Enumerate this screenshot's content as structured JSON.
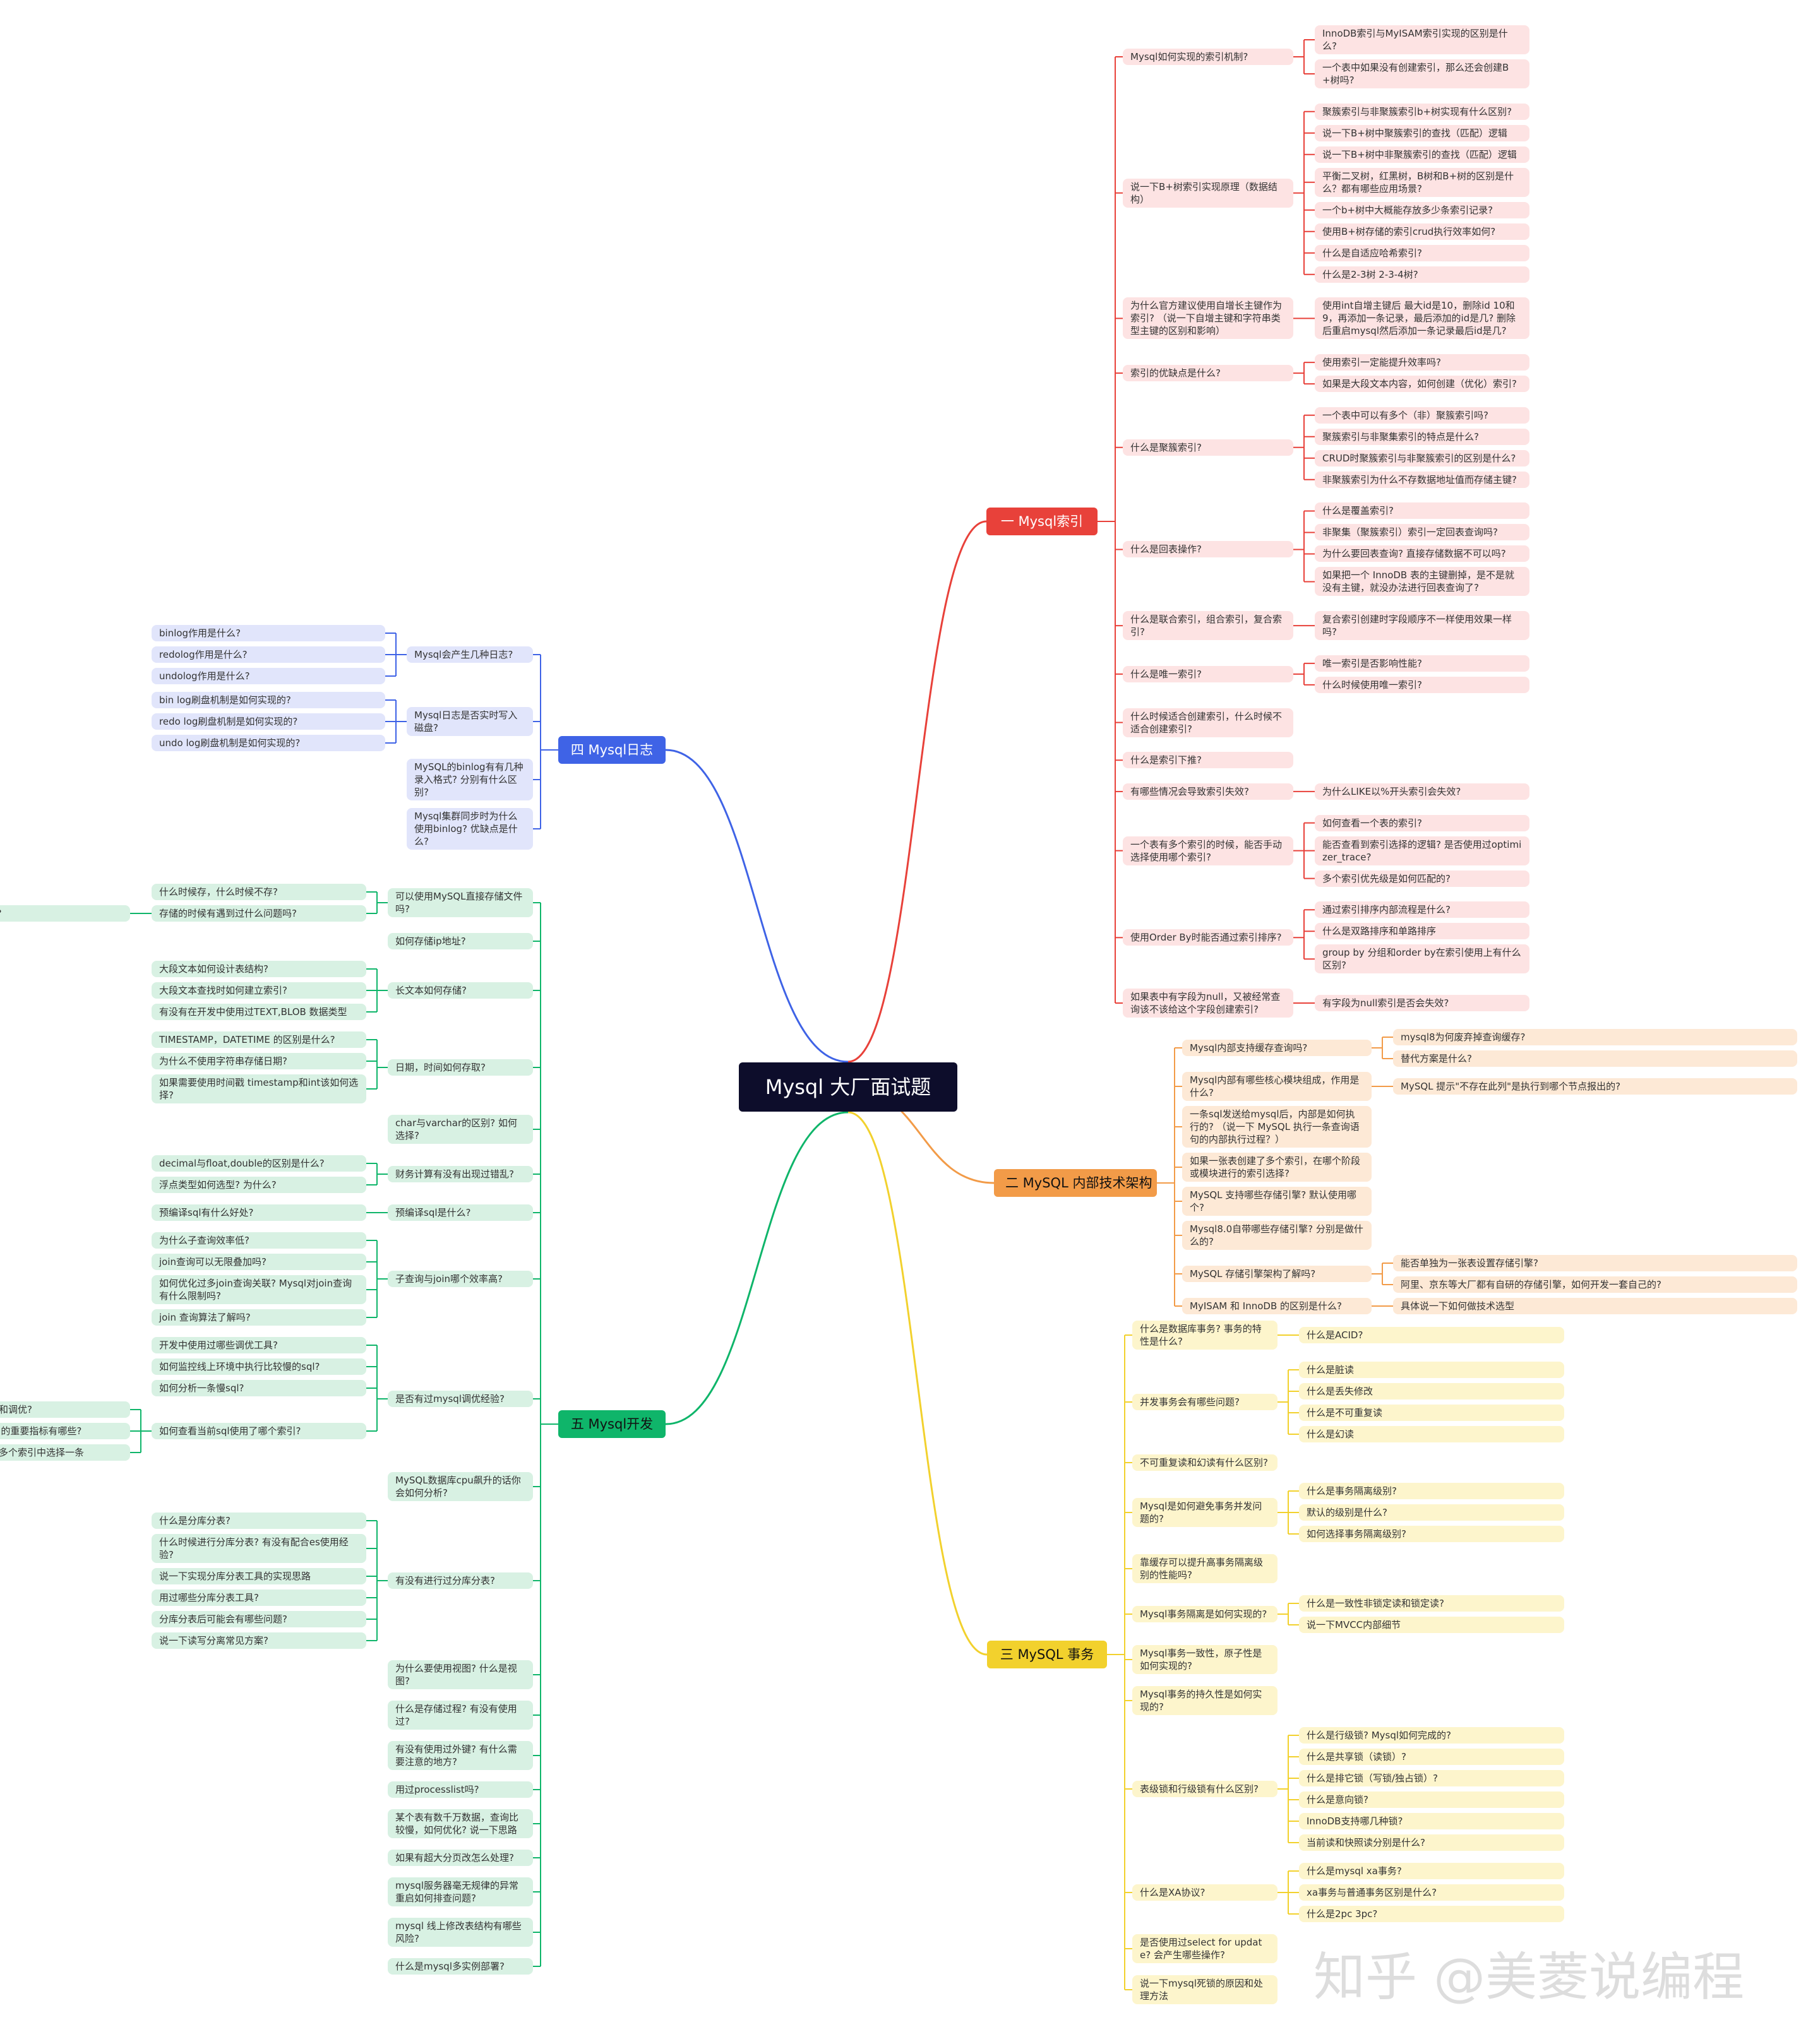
{
  "root": "Mysql 大厂面试题",
  "watermark": "知乎 @美菱说编程",
  "colors": [
    "#e8413a",
    "#f29b48",
    "#f2d12d",
    "#3f63e6",
    "#0fb56a"
  ],
  "branches": [
    {
      "label": "一 Mysql索引",
      "side": "right",
      "children": [
        {
          "text": "Mysql如何实现的索引机制?",
          "children": [
            {
              "text": "InnoDB索引与MyISAM索引实现的区别是什么?"
            },
            {
              "text": "一个表中如果没有创建索引，那么还会创建B+树吗?"
            }
          ]
        },
        {
          "text": "说一下B+树索引实现原理（数据结构）",
          "children": [
            {
              "text": "聚簇索引与非聚簇索引b+树实现有什么区别?"
            },
            {
              "text": "说一下B+树中聚簇索引的查找（匹配）逻辑"
            },
            {
              "text": "说一下B+树中非聚簇索引的查找（匹配）逻辑"
            },
            {
              "text": "平衡二叉树，红黑树，B树和B+树的区别是什么？都有哪些应用场景?"
            },
            {
              "text": "一个b+树中大概能存放多少条索引记录?"
            },
            {
              "text": "使用B+树存储的索引crud执行效率如何?"
            },
            {
              "text": "什么是自适应哈希索引?"
            },
            {
              "text": "什么是2-3树 2-3-4树?"
            }
          ]
        },
        {
          "text": "为什么官方建议使用自增长主键作为索引? （说一下自增主键和字符串类型主键的区别和影响）",
          "children": [
            {
              "text": "使用int自增主键后 最大id是10，删除id 10和9，再添加一条记录，最后添加的id是几? 删除后重启mysql然后添加一条记录最后id是几?"
            }
          ]
        },
        {
          "text": "索引的优缺点是什么?",
          "children": [
            {
              "text": "使用索引一定能提升效率吗?"
            },
            {
              "text": "如果是大段文本内容，如何创建（优化）索引?"
            }
          ]
        },
        {
          "text": "什么是聚簇索引?",
          "children": [
            {
              "text": "一个表中可以有多个（非）聚簇索引吗?"
            },
            {
              "text": "聚簇索引与非聚集索引的特点是什么?"
            },
            {
              "text": "CRUD时聚簇索引与非聚簇索引的区别是什么?"
            },
            {
              "text": "非聚簇索引为什么不存数据地址值而存储主键?"
            }
          ]
        },
        {
          "text": "什么是回表操作?",
          "children": [
            {
              "text": "什么是覆盖索引?"
            },
            {
              "text": "非聚集（聚簇索引）索引一定回表查询吗?"
            },
            {
              "text": "为什么要回表查询? 直接存储数据不可以吗?"
            },
            {
              "text": "如果把一个 InnoDB 表的主键删掉，是不是就没有主键，就没办法进行回表查询了?"
            }
          ]
        },
        {
          "text": "什么是联合索引，组合索引，复合索引?",
          "children": [
            {
              "text": "复合索引创建时字段顺序不一样使用效果一样吗?"
            }
          ]
        },
        {
          "text": "什么是唯一索引?",
          "children": [
            {
              "text": "唯一索引是否影响性能?"
            },
            {
              "text": "什么时候使用唯一索引?"
            }
          ]
        },
        {
          "text": "什么时候适合创建索引，什么时候不适合创建索引?"
        },
        {
          "text": "什么是索引下推?"
        },
        {
          "text": "有哪些情况会导致索引失效?",
          "children": [
            {
              "text": "为什么LIKE以%开头索引会失效?"
            }
          ]
        },
        {
          "text": "一个表有多个索引的时候，能否手动选择使用哪个索引?",
          "children": [
            {
              "text": "如何查看一个表的索引?"
            },
            {
              "text": "能否查看到索引选择的逻辑? 是否使用过optimizer_trace?"
            },
            {
              "text": "多个索引优先级是如何匹配的?"
            }
          ]
        },
        {
          "text": "使用Order By时能否通过索引排序?",
          "children": [
            {
              "text": "通过索引排序内部流程是什么?"
            },
            {
              "text": "什么是双路排序和单路排序"
            },
            {
              "text": "group by 分组和order by在索引使用上有什么区别?"
            }
          ]
        },
        {
          "text": "如果表中有字段为null，又被经常查询该不该给这个字段创建索引?",
          "children": [
            {
              "text": "有字段为null索引是否会失效?"
            }
          ]
        }
      ]
    },
    {
      "label": "二 MySQL 内部技术架构",
      "side": "right",
      "children": [
        {
          "text": "Mysql内部支持缓存查询吗?",
          "children": [
            {
              "text": "mysql8为何废弃掉查询缓存?"
            },
            {
              "text": "替代方案是什么?"
            }
          ]
        },
        {
          "text": "Mysql内部有哪些核心模块组成，作用是什么?",
          "children": [
            {
              "text": "MySQL 提示\"不存在此列\"是执行到哪个节点报出的?"
            }
          ]
        },
        {
          "text": "一条sql发送给mysql后，内部是如何执行的? （说一下 MySQL 执行一条查询语句的内部执行过程？）"
        },
        {
          "text": "如果一张表创建了多个索引，在哪个阶段或模块进行的索引选择?"
        },
        {
          "text": "MySQL 支持哪些存储引擎? 默认使用哪个?"
        },
        {
          "text": "Mysql8.0自带哪些存储引擎? 分别是做什么的?"
        },
        {
          "text": "MySQL 存储引擎架构了解吗?",
          "children": [
            {
              "text": "能否单独为一张表设置存储引擎?"
            },
            {
              "text": "阿里、京东等大厂都有自研的存储引擎，如何开发一套自己的?"
            }
          ]
        },
        {
          "text": "MyISAM 和 InnoDB 的区别是什么?",
          "children": [
            {
              "text": "具体说一下如何做技术选型"
            }
          ]
        }
      ]
    },
    {
      "label": "三 MySQL 事务",
      "side": "right",
      "children": [
        {
          "text": "什么是数据库事务? 事务的特性是什么?",
          "children": [
            {
              "text": "什么是ACID?"
            }
          ]
        },
        {
          "text": "并发事务会有哪些问题?",
          "children": [
            {
              "text": "什么是脏读"
            },
            {
              "text": "什么是丢失修改"
            },
            {
              "text": "什么是不可重复读"
            },
            {
              "text": "什么是幻读"
            }
          ]
        },
        {
          "text": "不可重复读和幻读有什么区别?"
        },
        {
          "text": "Mysql是如何避免事务并发问题的?",
          "children": [
            {
              "text": "什么是事务隔离级别?"
            },
            {
              "text": "默认的级别是什么?"
            },
            {
              "text": "如何选择事务隔离级别?"
            }
          ]
        },
        {
          "text": "靠缓存可以提升高事务隔离级别的性能吗?"
        },
        {
          "text": "Mysql事务隔离是如何实现的?",
          "children": [
            {
              "text": "什么是一致性非锁定读和锁定读?"
            },
            {
              "text": "说一下MVCC内部细节"
            }
          ]
        },
        {
          "text": "Mysql事务一致性，原子性是如何实现的?"
        },
        {
          "text": "Mysql事务的持久性是如何实现的?"
        },
        {
          "text": "表级锁和行级锁有什么区别?",
          "children": [
            {
              "text": "什么是行级锁? Mysql如何完成的?"
            },
            {
              "text": "什么是共享锁（读锁）?"
            },
            {
              "text": "什么是排它锁（写锁/独占锁）?"
            },
            {
              "text": "什么是意向锁?"
            },
            {
              "text": "InnoDB支持哪几种锁?"
            },
            {
              "text": "当前读和快照读分别是什么?"
            }
          ]
        },
        {
          "text": "什么是XA协议?",
          "children": [
            {
              "text": "什么是mysql xa事务?"
            },
            {
              "text": "xa事务与普通事务区别是什么?"
            },
            {
              "text": "什么是2pc 3pc?"
            }
          ]
        },
        {
          "text": "是否使用过select for update? 会产生哪些操作?"
        },
        {
          "text": "说一下mysql死锁的原因和处理方法"
        }
      ]
    },
    {
      "label": "四 Mysql日志",
      "side": "left",
      "children": [
        {
          "text": "Mysql会产生几种日志?",
          "children": [
            {
              "text": "binlog作用是什么?"
            },
            {
              "text": "redolog作用是什么?"
            },
            {
              "text": "undolog作用是什么?"
            }
          ]
        },
        {
          "text": "Mysql日志是否实时写入磁盘?",
          "children": [
            {
              "text": "bin log刷盘机制是如何实现的?"
            },
            {
              "text": "redo log刷盘机制是如何实现的?"
            },
            {
              "text": "undo log刷盘机制是如何实现的?"
            }
          ]
        },
        {
          "text": "MySQL的binlog有有几种录入格式? 分别有什么区别?"
        },
        {
          "text": "Mysql集群同步时为什么使用binlog? 优缺点是什么?"
        }
      ]
    },
    {
      "label": "五 Mysql开发",
      "side": "left",
      "children": [
        {
          "text": "可以使用MySQL直接存储文件吗?",
          "children": [
            {
              "text": "什么时候存，什么时候不存?"
            },
            {
              "text": "存储的时候有遇到过什么问题吗?",
              "children": [
                {
                  "text": "Emoji乱码怎么办?"
                }
              ]
            }
          ]
        },
        {
          "text": "如何存储ip地址?"
        },
        {
          "text": "长文本如何存储?",
          "children": [
            {
              "text": "大段文本如何设计表结构?"
            },
            {
              "text": "大段文本查找时如何建立索引?"
            },
            {
              "text": "有没有在开发中使用过TEXT,BLOB 数据类型"
            }
          ]
        },
        {
          "text": "日期，时间如何存取?",
          "children": [
            {
              "text": "TIMESTAMP，DATETIME 的区别是什么?"
            },
            {
              "text": "为什么不使用字符串存储日期?"
            },
            {
              "text": "如果需要使用时间戳 timestamp和int该如何选择?"
            }
          ]
        },
        {
          "text": "char与varchar的区别? 如何选择?"
        },
        {
          "text": "财务计算有没有出现过错乱?",
          "children": [
            {
              "text": "decimal与float,double的区别是什么?"
            },
            {
              "text": "浮点类型如何选型? 为什么?"
            }
          ]
        },
        {
          "text": "预编译sql是什么?",
          "children": [
            {
              "text": "预编译sql有什么好处?"
            }
          ]
        },
        {
          "text": "子查询与join哪个效率高?",
          "children": [
            {
              "text": "为什么子查询效率低?"
            },
            {
              "text": "join查询可以无限叠加吗?"
            },
            {
              "text": "如何优化过多join查询关联? Mysql对join查询有什么限制吗?"
            },
            {
              "text": "join 查询算法了解吗?"
            }
          ]
        },
        {
          "text": "是否有过mysql调优经验?",
          "children": [
            {
              "text": "开发中使用过哪些调优工具?"
            },
            {
              "text": "如何监控线上环境中执行比较慢的sql?"
            },
            {
              "text": "如何分析一条慢sql?"
            },
            {
              "text": "如何查看当前sql使用了哪个索引?",
              "children": [
                {
                  "text": "索引如何进行分析和调优?"
                },
                {
                  "text": "EXPLAIN关键字中的重要指标有哪些?"
                },
                {
                  "text": "优化器为什么会在多个索引中选择一条"
                }
              ]
            }
          ]
        },
        {
          "text": "MySQL数据库cpu飙升的话你会如何分析?"
        },
        {
          "text": "有没有进行过分库分表?",
          "children": [
            {
              "text": "什么是分库分表?"
            },
            {
              "text": "什么时候进行分库分表? 有没有配合es使用经验?"
            },
            {
              "text": "说一下实现分库分表工具的实现思路"
            },
            {
              "text": "用过哪些分库分表工具?"
            },
            {
              "text": "分库分表后可能会有哪些问题?"
            },
            {
              "text": "说一下读写分离常见方案?"
            }
          ]
        },
        {
          "text": "为什么要使用视图? 什么是视图?"
        },
        {
          "text": "什么是存储过程? 有没有使用过?"
        },
        {
          "text": "有没有使用过外键? 有什么需要注意的地方?"
        },
        {
          "text": "用过processlist吗?"
        },
        {
          "text": "某个表有数千万数据，查询比较慢，如何优化? 说一下思路"
        },
        {
          "text": "如果有超大分页改怎么处理?"
        },
        {
          "text": "mysql服务器毫无规律的异常重启如何排查问题?"
        },
        {
          "text": "mysql 线上修改表结构有哪些风险?"
        },
        {
          "text": "什么是mysql多实例部署?"
        }
      ]
    }
  ]
}
